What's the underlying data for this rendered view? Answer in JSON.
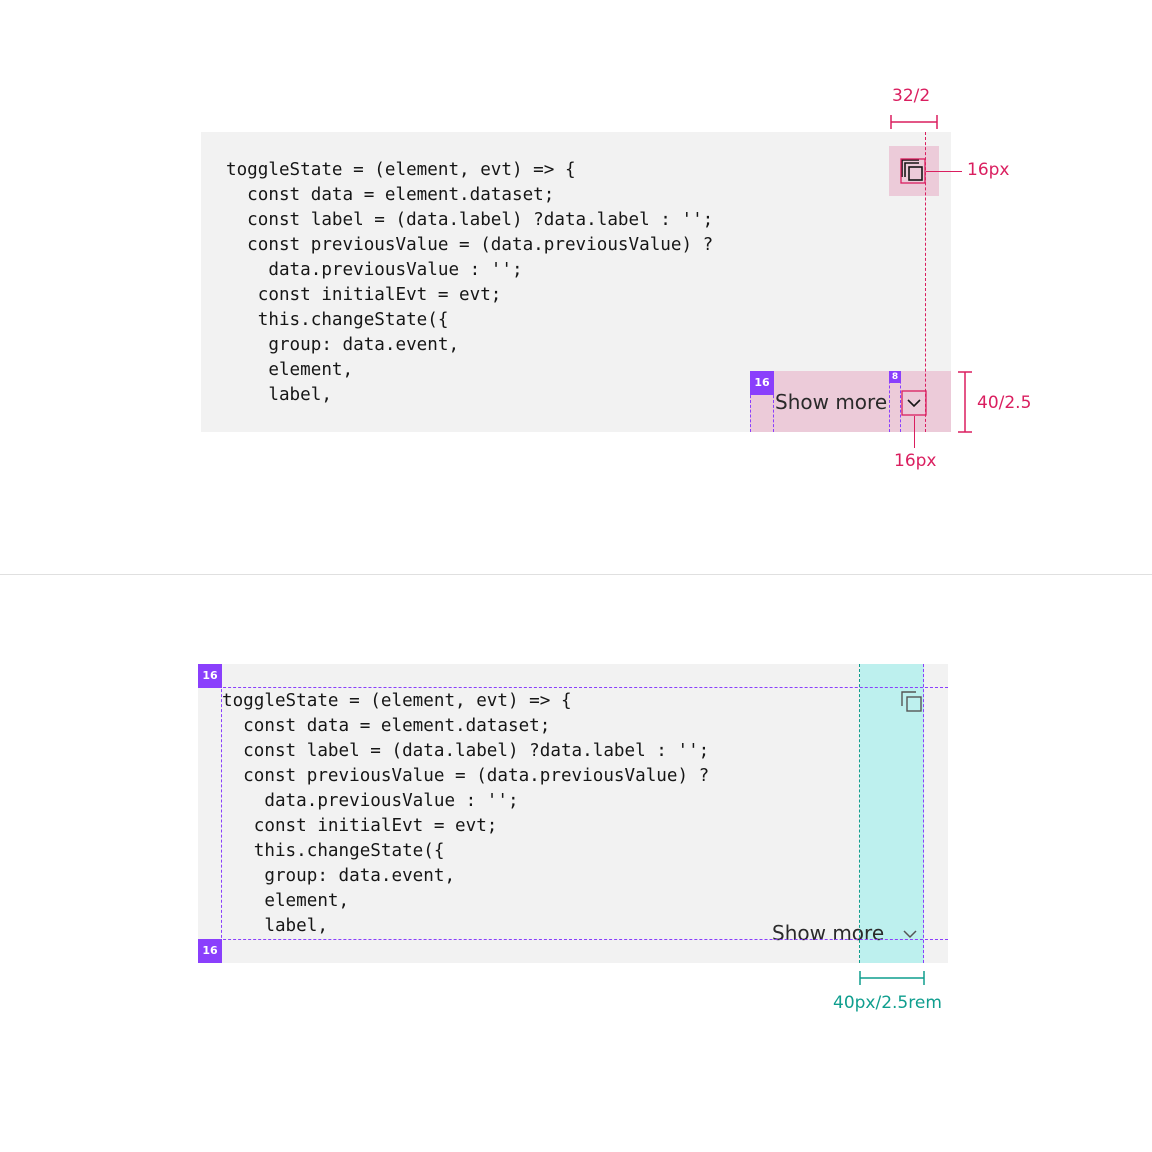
{
  "code_lines": [
    "toggleState = (element, evt) => {",
    "  const data = element.dataset;",
    "  const label = (data.label) ?data.label : '';",
    "  const previousValue = (data.previousValue) ?",
    "    data.previousValue : '';",
    "   const initialEvt = evt;",
    "   this.changeState({",
    "    group: data.event,",
    "    element,",
    "    label,"
  ],
  "button": {
    "show_more_label": "Show more"
  },
  "icons": {
    "copy": "copy-icon",
    "chevron": "chevron-down-icon"
  },
  "top_annotations": {
    "copy_button_width": "32/2",
    "copy_icon_size": "16px",
    "show_more_height": "40/2.5",
    "chevron_size": "16px",
    "left_padding": "16",
    "icon_gap": "8"
  },
  "bottom_annotations": {
    "top_padding": "16",
    "bottom_padding": "16",
    "right_column_width": "40px/2.5rem"
  },
  "colors": {
    "code_bg": "#f2f2f2",
    "pink_highlight": "#eccbd9",
    "pink_annotation": "#da1e5f",
    "purple_spacing": "#8a3ffc",
    "teal_highlight": "#bdf0ee",
    "teal_annotation": "#0f9e8e",
    "divider": "#e0e0e0"
  }
}
